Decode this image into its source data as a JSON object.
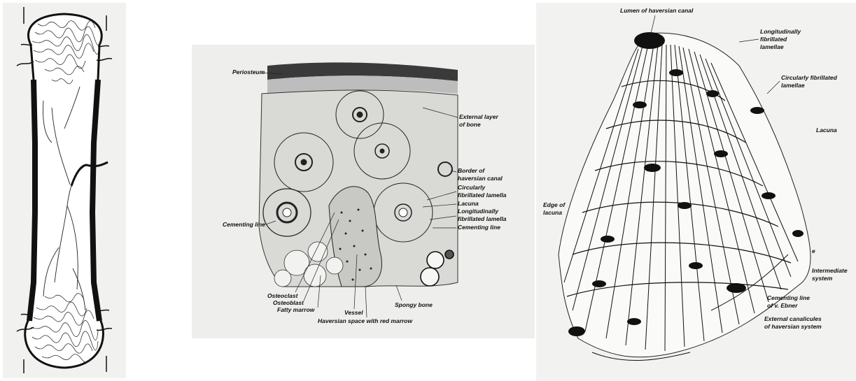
{
  "figure": {
    "panels": [
      {
        "id": "long-bone",
        "subject": "long bone drawing"
      },
      {
        "id": "bone-cross-section",
        "labels": {
          "periosteum": "Periosteum",
          "external_layer_1": "External layer",
          "external_layer_2": "of bone",
          "border_haversian_1": "Border of",
          "border_haversian_2": "haversian canal",
          "circular_lamella_1": "Circularly",
          "circular_lamella_2": "fibrillated lamella",
          "lacuna": "Lacuna",
          "longitudinal_lamella_1": "Longitudinally",
          "longitudinal_lamella_2": "fibrillated lamella",
          "cementing_line_right": "Cementing line",
          "cementing_line_left": "Cementing line",
          "osteoclast": "Osteoclast",
          "osteoblast": "Osteoblast",
          "fatty_marrow": "Fatty marrow",
          "vessel": "Vessel",
          "spongy_bone": "Spongy bone",
          "haversian_space": "Haversian space with red marrow"
        }
      },
      {
        "id": "haversian-system",
        "labels": {
          "lumen": "Lumen of haversian canal",
          "longitudinal_1": "Longitudinally",
          "longitudinal_2": "fibrillated",
          "longitudinal_3": "lamellae",
          "circular_1": "Circularly fibrillated",
          "circular_2": "lamellae",
          "lacuna": "Lacuna",
          "edge_lacuna_1": "Edge of",
          "edge_lacuna_2": "lacuna",
          "e_mark": "e",
          "intermediate_1": "Intermediate",
          "intermediate_2": "system",
          "cementing_1": "Cementing line",
          "cementing_2": "of v. Ebner",
          "canaliculi_1": "External canalicules",
          "canaliculi_2": "of haversian system"
        }
      }
    ]
  }
}
